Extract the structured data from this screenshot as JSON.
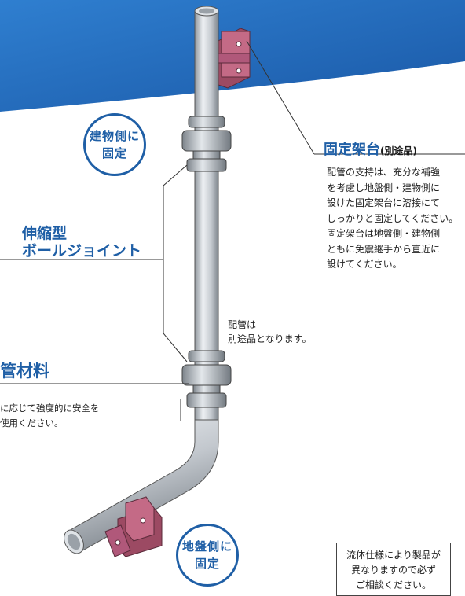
{
  "building_fixed": {
    "line1": "建物側に",
    "line2": "固定"
  },
  "ground_fixed": {
    "line1": "地盤側に",
    "line2": "固定"
  },
  "fixing_base": {
    "title": "固定架台",
    "suffix": "(別途品)",
    "body": [
      "配管の支持は、充分な補強",
      "を考慮し地盤側・建物側に",
      "設けた固定架台に溶接にて",
      "しっかりと固定してください。",
      "固定架台は地盤側・建物側",
      "ともに免震継手から直近に",
      "設けてください。"
    ]
  },
  "joint": {
    "line1": "伸縮型",
    "line2": "ボールジョイント"
  },
  "pipe_material": {
    "title": "管材料",
    "body": [
      "に応じて強度的に安全を",
      "使用ください。"
    ]
  },
  "piping_note": {
    "line1": "配管は",
    "line2": "別途品となります。"
  },
  "notice": {
    "line1": "流体仕様により製品が",
    "line2": "異なりますので必ず",
    "line3": "ご相談ください。"
  },
  "colors": {
    "banner": "#1f63b0",
    "accent": "#1f5fa6",
    "bracket": "#b85d78",
    "pipe": "#c9ced4"
  }
}
